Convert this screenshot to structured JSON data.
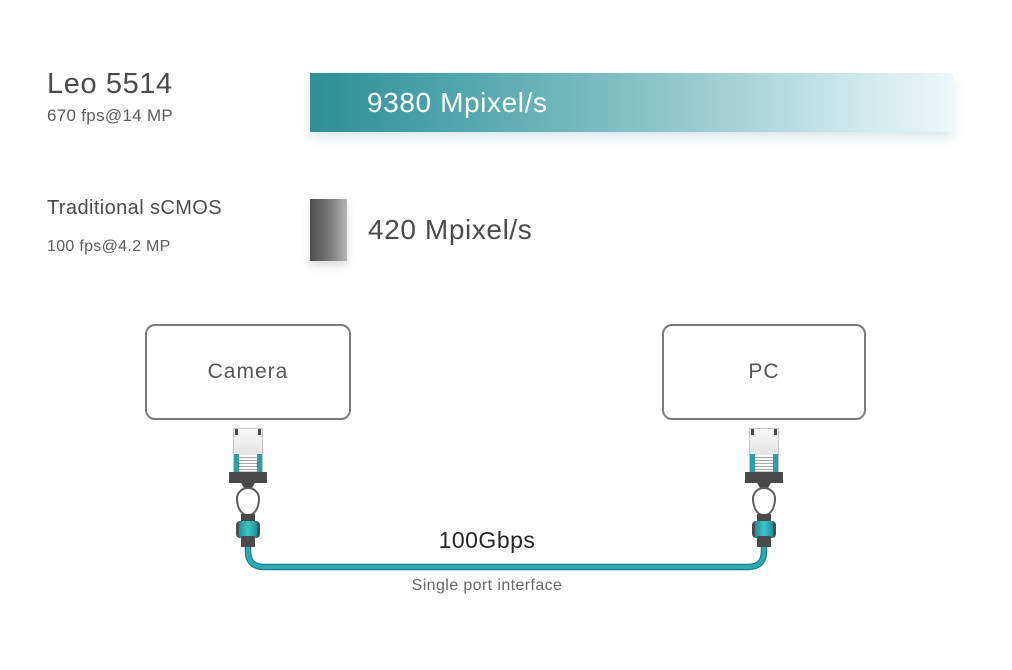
{
  "comparison": {
    "rows": [
      {
        "name": "Leo 5514",
        "spec": "670 fps@14 MP",
        "value": "9380 Mpixel/s"
      },
      {
        "name": "Traditional sCMOS",
        "spec": "100 fps@4.2 MP",
        "value": "420 Mpixel/s"
      }
    ]
  },
  "diagram": {
    "camera_label": "Camera",
    "pc_label": "PC",
    "cable_speed": "100Gbps",
    "cable_caption": "Single port interface"
  },
  "chart_data": {
    "type": "bar",
    "orientation": "horizontal",
    "categories": [
      "Leo 5514 (670 fps@14 MP)",
      "Traditional sCMOS (100 fps@4.2 MP)"
    ],
    "values": [
      9380,
      420
    ],
    "unit": "Mpixel/s",
    "value_labels": [
      "9380 Mpixel/s",
      "420 Mpixel/s"
    ],
    "title": "",
    "xlabel": "",
    "ylabel": ""
  },
  "colors": {
    "teal_bar_start": "#2e8f96",
    "teal_bar_end": "#eef8f9",
    "gray_bar_start": "#4d4d4d",
    "gray_bar_end": "#b5b5b5",
    "cable": "#2fa9b1",
    "cable_outline": "#157f86",
    "accent_teal": "#2b9ea6",
    "text_dark": "#4b4b4b",
    "text_gray": "#5c5c5c",
    "box_border": "#7b7b7b"
  }
}
